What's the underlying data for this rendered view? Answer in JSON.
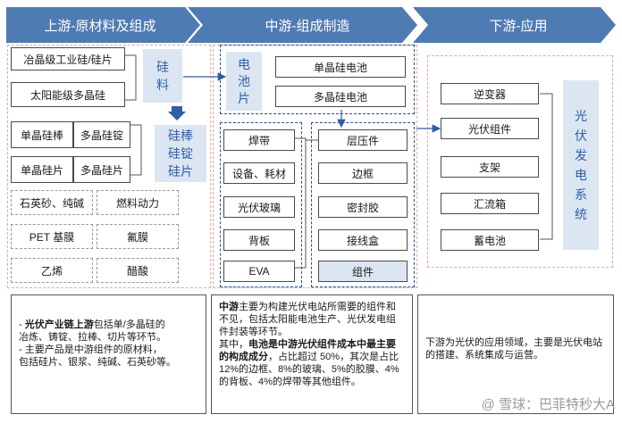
{
  "header": {
    "upstream": "上游-原材料及组成",
    "midstream": "中游-组成制造",
    "downstream": "下游-应用"
  },
  "upstream": {
    "silicon_boxes": [
      "冶晶级工业硅/硅片",
      "太阳能级多晶硅"
    ],
    "silicon_label": [
      "硅",
      "料"
    ],
    "ingot_boxes": [
      "单晶硅棒",
      "多晶硅锭",
      "单晶硅片",
      "多晶硅片"
    ],
    "ingot_label": [
      "硅棒",
      "硅锭",
      "硅片"
    ],
    "materials": [
      "石英砂、纯碱",
      "燃料动力",
      "PET 基膜",
      "氟膜",
      "乙烯",
      "醋酸"
    ]
  },
  "midstream": {
    "cell_label": [
      "电",
      "池",
      "片"
    ],
    "cells": [
      "单晶硅电池",
      "多晶硅电池"
    ],
    "inputs": [
      "焊带",
      "设备、耗材",
      "光伏玻璃",
      "背板",
      "EVA"
    ],
    "process": [
      "层压件",
      "边框",
      "密封胶",
      "接线盒",
      "组件"
    ]
  },
  "downstream": {
    "items": [
      "逆变器",
      "光伏组件",
      "支架",
      "汇流箱",
      "蓄电池"
    ],
    "label": [
      "光",
      "伏",
      "发",
      "电",
      "系",
      "统"
    ]
  },
  "notes": {
    "upstream": {
      "l1_bold": "光伏产业链上游",
      "l1_rest": "包括单/多晶硅的",
      "l2": "冶炼、铸锭、拉棒、切片等环节。",
      "l3": "主要产品是中游组件的原材料，",
      "l4": "包括硅片、银浆、纯碱、石英砂等。"
    },
    "midstream": {
      "p1_bold": "中游",
      "p1_rest": "主要为构建光伏电站所需要的组件和不见，包括太阳能电池生产、光伏发电组件封装等环节。",
      "p2_a": "其中，",
      "p2_bold": "电池是中游光伏组件成本中最主要的构成成分",
      "p2_rest": "，占比超过 50%，其次是占比 12%的边框、8%的玻璃、5%的胶膜、4%的背板、4%的焊带等其他组件。"
    },
    "downstream": {
      "text": "下游为光伏的应用领域，主要是光伏电站的搭建、系统集成与运营。"
    }
  },
  "watermark": "@ 雪球：巴菲特秒大A"
}
